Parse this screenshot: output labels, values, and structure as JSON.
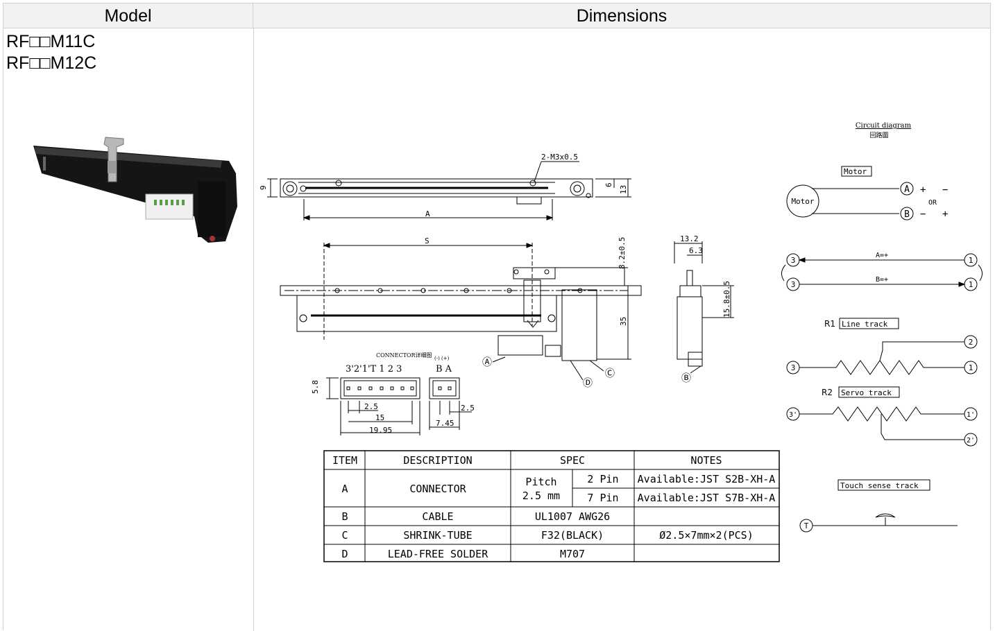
{
  "headers": {
    "model": "Model",
    "dimensions": "Dimensions"
  },
  "models": [
    "RF□□M11C",
    "RF□□M12C"
  ],
  "drawing": {
    "top_view": {
      "thread": "2-M3x0.5",
      "dim_left": "9",
      "dim_right_a": "6",
      "dim_right_b": "13",
      "length": "A"
    },
    "front_view": {
      "stroke": "S",
      "dim_top": "8.2±0.5",
      "dim_height": "35",
      "callouts": [
        "Ⓐ",
        "Ⓓ",
        "Ⓒ"
      ]
    },
    "side_view": {
      "width": "13.2",
      "inner": "6.3",
      "height": "15.8±0.5",
      "callout": "Ⓑ"
    },
    "connector": {
      "title": "CONNECTOR详细图",
      "pins7": "3'2'1'T 1 2 3",
      "polarity": "(-) (+)",
      "pins2": "B A",
      "dim_h": "5.8",
      "dim_pitch7": "2.5",
      "dim_15": "15",
      "dim_1995": "19.95",
      "dim_pitch2": "2.5",
      "dim_745": "7.45"
    }
  },
  "spec_table": {
    "headers": {
      "item": "ITEM",
      "description": "DESCRIPTION",
      "spec": "SPEC",
      "notes": "NOTES"
    },
    "rows": {
      "a": {
        "item": "A",
        "description": "CONNECTOR",
        "pitch": "Pitch",
        "pitch_val": "2.5 mm",
        "pin2": "2 Pin",
        "pin7": "7 Pin",
        "note2": "Available:JST S2B-XH-A",
        "note7": "Available:JST S7B-XH-A"
      },
      "b": {
        "item": "B",
        "description": "CABLE",
        "spec": "UL1007 AWG26",
        "notes": ""
      },
      "c": {
        "item": "C",
        "description": "SHRINK-TUBE",
        "spec": "F32(BLACK)",
        "notes": "Ø2.5×7mm×2(PCS)"
      },
      "d": {
        "item": "D",
        "description": "LEAD-FREE SOLDER",
        "spec": "M707",
        "notes": ""
      }
    }
  },
  "circuit": {
    "title": "Circuit diagram",
    "subtitle": "回路圖",
    "motor_box": "Motor",
    "motor": "Motor",
    "term_a": "A",
    "term_b": "B",
    "a_plus": "+",
    "a_minus": "−",
    "or": "OR",
    "b_minus": "−",
    "b_plus": "+",
    "a_eq": "A=+",
    "b_eq": "B=+",
    "n3": "3",
    "n1": "1",
    "n2": "2",
    "r1": "R1",
    "line_track": "Line track",
    "r2": "R2",
    "servo_track": "Servo track",
    "n3p": "3'",
    "n1p": "1'",
    "n2p": "2'",
    "touch": "Touch sense track",
    "term_t": "T"
  }
}
